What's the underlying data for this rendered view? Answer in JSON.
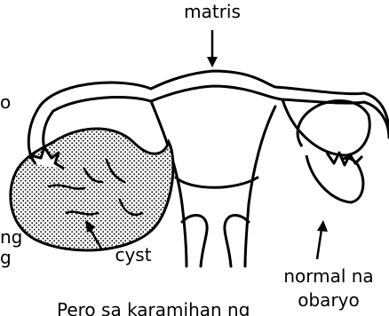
{
  "labels": {
    "uterus": "matris",
    "cyst": "cyst",
    "normal_ovary_line1": "normal na",
    "normal_ovary_line2": "obaryo"
  },
  "cropped_text": {
    "left_top": "o",
    "left_mid1": "ng",
    "left_mid2": "g",
    "bottom": "Pero sa karamihan ng"
  }
}
